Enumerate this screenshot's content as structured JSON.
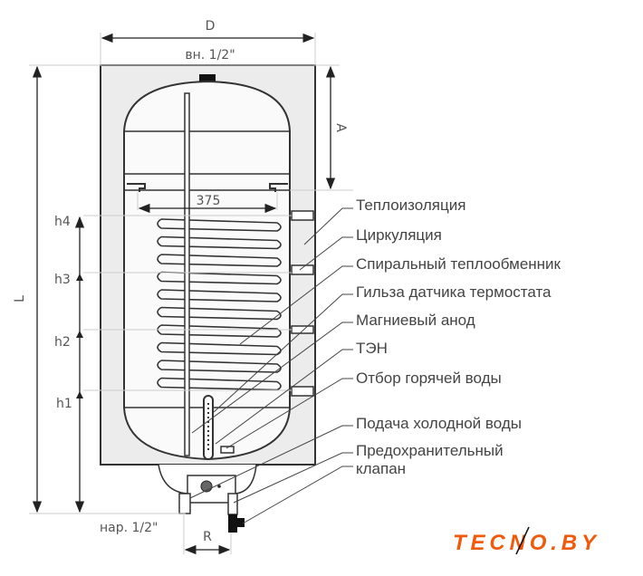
{
  "dimensions": {
    "D": "D",
    "top_thread": "вн. 1/2\"",
    "A": "A",
    "L": "L",
    "coil_width": "375",
    "h4": "h4",
    "h3": "h3",
    "h2": "h2",
    "h1": "h1",
    "bottom_thread": "нар. 1/2\"",
    "R": "R"
  },
  "callouts": [
    "Теплоизоляция",
    "Циркуляция",
    "Спиральный теплообменник",
    "Гильза датчика термостата",
    "Магниевый анод",
    "ТЭН",
    "Отбор горячей воды",
    "Подача холодной воды",
    "Предохранительный",
    "клапан"
  ],
  "logo": {
    "text": "TECNO.BY",
    "color": "#f05a0a"
  }
}
